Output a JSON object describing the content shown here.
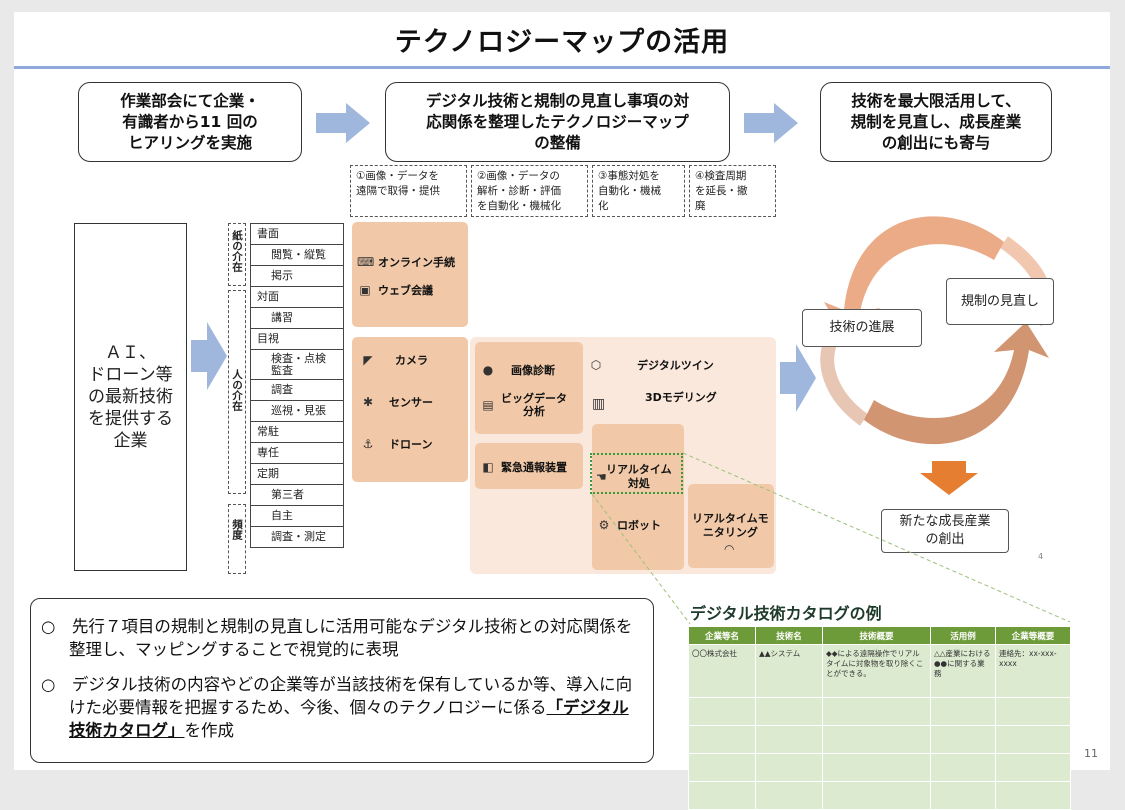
{
  "slide": {
    "title": "テクノロジーマップの活用",
    "page_number": "11",
    "inner_page_mark": "4"
  },
  "flow": {
    "box1": "作業部会にて企業・\n有識者から11 回の\nヒアリングを実施",
    "box2": "デジタル技術と規制の見直し事項の対\n応関係を整理したテクノロジーマップ\nの整備",
    "box3": "技術を最大限活用して、\n規制を見直し、成長産業\nの創出にも寄与"
  },
  "categories": [
    "①画像・データを\n遠隔で取得・提供",
    "②画像・データの\n解析・診断・評価\nを自動化・機械化",
    "③事態対処を\n自動化・機械\n化",
    "④検査周期\nを延長・撤\n廃"
  ],
  "provider": "ＡＩ、\nドローン等\nの最新技術\nを提供する\n企業",
  "groups": [
    "紙の介在",
    "人の介在",
    "頻度"
  ],
  "procedures": [
    {
      "label": "書面",
      "sub": false
    },
    {
      "label": "閲覧・縦覧",
      "sub": true
    },
    {
      "label": "掲示",
      "sub": true
    },
    {
      "label": "対面",
      "sub": false
    },
    {
      "label": "講習",
      "sub": true
    },
    {
      "label": "目視",
      "sub": false
    },
    {
      "label": "検査・点検\n監査",
      "sub": true
    },
    {
      "label": "調査",
      "sub": true
    },
    {
      "label": "巡視・見張",
      "sub": true
    },
    {
      "label": "常駐",
      "sub": false
    },
    {
      "label": "専任",
      "sub": false
    },
    {
      "label": "定期",
      "sub": false
    },
    {
      "label": "第三者",
      "sub": true
    },
    {
      "label": "自主",
      "sub": true
    },
    {
      "label": "調査・測定",
      "sub": true
    }
  ],
  "tech": {
    "online": "オンライン手続",
    "web": "ウェブ会議",
    "camera": "カメラ",
    "sensor": "センサー",
    "drone": "ドローン",
    "image_diag": "画像診断",
    "bigdata": "ビッグデータ\n分析",
    "digital_twin": "デジタルツイン",
    "modeling3d": "3Dモデリング",
    "emergency": "緊急通報装置",
    "realtime": "リアルタイム\n対処",
    "robot": "ロボット",
    "monitoring": "リアルタイムモ\nニタリング"
  },
  "cycle": {
    "progress": "技術の進展",
    "review": "規制の見直し",
    "new_industry": "新たな成長産業\nの創出"
  },
  "summary": {
    "item1": "○　先行７項目の規制と規制の見直しに活用可能なデジタル技術との対応関係を整理し、マッピングすることで視覚的に表現",
    "item2_pre": "○　デジタル技術の内容やどの企業等が当該技術を保有しているか等、導入に向けた必要情報を把握するため、今後、個々のテクノロジーに係る",
    "item2_em": "「デジタル技術カタログ」",
    "item2_post": "を作成"
  },
  "catalog": {
    "title": "デジタル技術カタログの例",
    "headers": [
      "企業等名",
      "技術名",
      "技術概要",
      "活用例",
      "企業等概要"
    ],
    "row": [
      "〇〇株式会社",
      "▲▲システム",
      "◆◆による遠隔操作でリアルタイムに対象物を取り除くことができる。",
      "△△産業における●●に関する業務",
      "連絡先：xx-xxx-xxxx"
    ]
  },
  "colors": {
    "accent_blue": "#8fa9dc",
    "block_orange": "#f1c9a8",
    "light_orange": "#fae8dc",
    "table_green": "#6d9b3a",
    "cell_green": "#dcebd0"
  }
}
